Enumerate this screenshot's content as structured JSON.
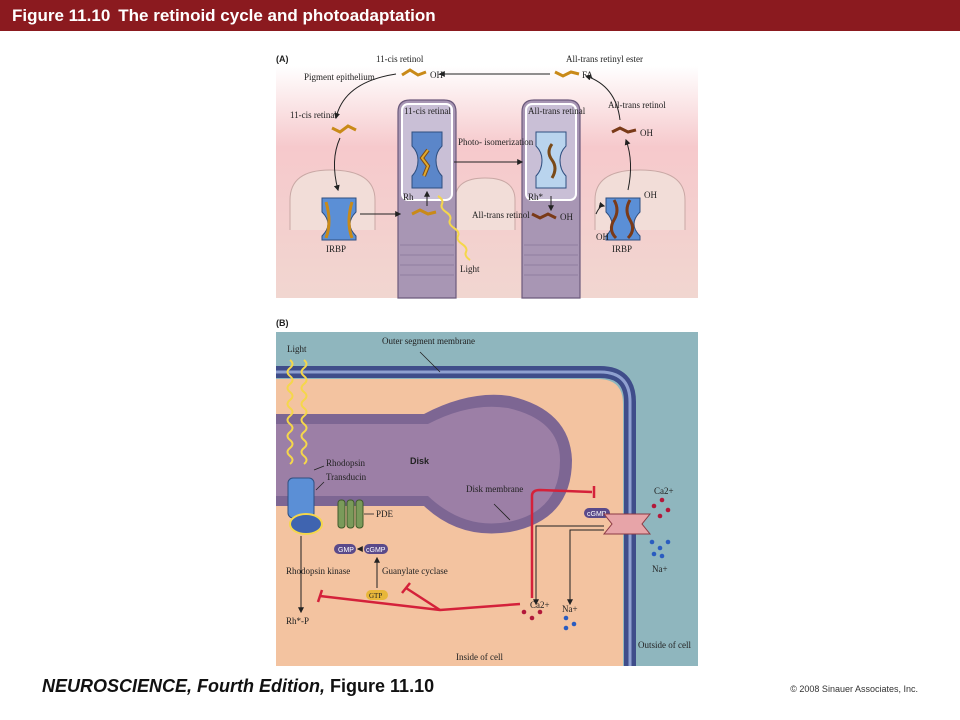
{
  "header": {
    "figure": "Figure 11.10",
    "title": "The retinoid cycle and photoadaptation"
  },
  "panel_a": {
    "tag": "(A)",
    "cis_retinol_top": "11-cis retinol",
    "oh": "OH",
    "all_trans_ester": "All-trans retinyl ester",
    "fa": "FA",
    "pigment_epithelium": "Pigment epithelium",
    "cis_retinal_left": "11-cis retinal",
    "cis_retinal_box": "11-cis retinal",
    "photoisomerization": "Photo- isomerization",
    "all_trans_retinal_box": "All-trans retinal",
    "all_trans_retinol_right": "All-trans retinol",
    "rh": "Rh",
    "rh_star": "Rh*",
    "all_trans_retinol_mid": "All-trans retinol",
    "irbp_left": "IRBP",
    "irbp_right": "IRBP",
    "light": "Light"
  },
  "panel_b": {
    "tag": "(B)",
    "light": "Light",
    "outer_membrane": "Outer segment membrane",
    "disk": "Disk",
    "rhodopsin": "Rhodopsin",
    "transducin": "Transducin",
    "pde": "PDE",
    "disk_membrane": "Disk membrane",
    "gmp": "GMP",
    "cgmp": "cGMP",
    "cgmp_channel": "cGMP",
    "rhodopsin_kinase": "Rhodopsin kinase",
    "guanylate_cyclase": "Guanylate cyclase",
    "gtp": "GTP",
    "rh_p": "Rh*-P",
    "ca_in": "Ca2+",
    "na_in": "Na+",
    "ca_out": "Ca2+",
    "na_out": "Na+",
    "inside": "Inside of cell",
    "outside": "Outside of cell"
  },
  "footer": {
    "book": "NEUROSCIENCE,",
    "edition": "Fourth Edition,",
    "figure": "Figure 11.10",
    "copyright": "© 2008 Sinauer Associates, Inc."
  },
  "colors": {
    "title_bar": "#8b1a1f",
    "membrane_blue": "#3f4d8a",
    "disk_purple": "#9c7fa6",
    "cytoplasm": "#f3c3a0",
    "outside_teal": "#8fb6be",
    "inhibition_red": "#d4213a",
    "protein_blue": "#5b8fd6",
    "retinal_gold": "#c98a18"
  }
}
